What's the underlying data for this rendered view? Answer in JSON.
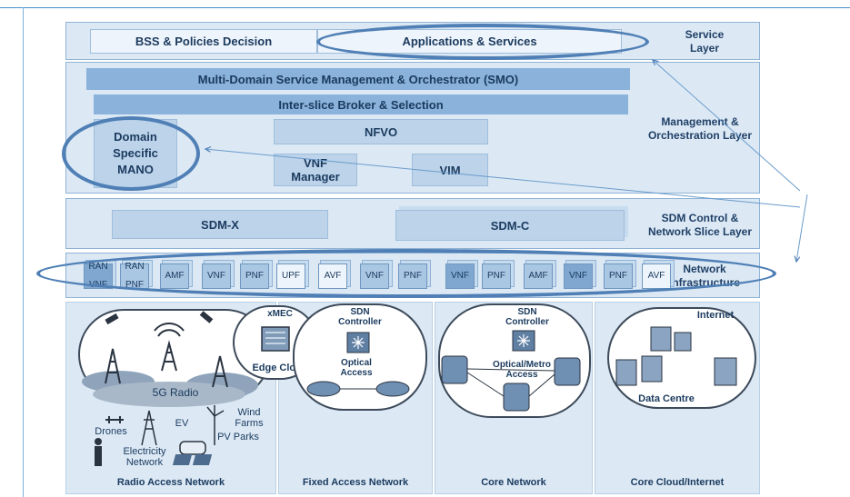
{
  "layers": {
    "service": {
      "label_line1": "Service",
      "label_line2": "Layer"
    },
    "management": {
      "label_line1": "Management &",
      "label_line2": "Orchestration Layer"
    },
    "sdm": {
      "label_line1": "SDM Control &",
      "label_line2": "Network Slice Layer"
    },
    "infra": {
      "label_line1": "Network",
      "label_line2": "Infrastructure"
    }
  },
  "service": {
    "bss": "BSS & Policies Decision",
    "apps": "Applications & Services"
  },
  "management": {
    "smo": "Multi-Domain Service Management & Orchestrator (SMO)",
    "broker": "Inter-slice Broker & Selection",
    "nfvo": "NFVO",
    "mano_line1": "Domain",
    "mano_line2": "Specific",
    "mano_line3": "MANO",
    "vnfm_line1": "VNF",
    "vnfm_line2": "Manager",
    "vim": "VIM"
  },
  "sdm": {
    "sdmx": "SDM-X",
    "sdmc": "SDM-C"
  },
  "infra": {
    "functions": [
      {
        "l1": "RAN",
        "l2": "VNF",
        "style": "dark"
      },
      {
        "l1": "RAN",
        "l2": "PNF",
        "style": "mid"
      },
      {
        "l1": "AMF",
        "l2": "",
        "style": "mid"
      },
      {
        "l1": "VNF",
        "l2": "",
        "style": "mid"
      },
      {
        "l1": "PNF",
        "l2": "",
        "style": "mid"
      },
      {
        "l1": "UPF",
        "l2": "",
        "style": "light"
      },
      {
        "l1": "AVF",
        "l2": "",
        "style": "light"
      },
      {
        "l1": "VNF",
        "l2": "",
        "style": "mid"
      },
      {
        "l1": "PNF",
        "l2": "",
        "style": "mid"
      },
      {
        "l1": "VNF",
        "l2": "",
        "style": "dark"
      },
      {
        "l1": "PNF",
        "l2": "",
        "style": "mid"
      },
      {
        "l1": "AMF",
        "l2": "",
        "style": "mid"
      },
      {
        "l1": "VNF",
        "l2": "",
        "style": "dark"
      },
      {
        "l1": "PNF",
        "l2": "",
        "style": "mid"
      },
      {
        "l1": "AVF",
        "l2": "",
        "style": "light"
      }
    ]
  },
  "ran": {
    "radio": "5G Radio",
    "drones": "Drones",
    "ev": "EV",
    "wind_line1": "Wind",
    "wind_line2": "Farms",
    "grid_line1": "Electricity",
    "grid_line2": "Network",
    "pv": "PV Parks",
    "label": "Radio Access Network"
  },
  "fixed": {
    "xmec": "xMEC",
    "edge": "Edge  Cloud",
    "sdn_line1": "SDN",
    "sdn_line2": "Controller",
    "optical_line1": "Optical",
    "optical_line2": "Access",
    "label": "Fixed Access Network"
  },
  "core": {
    "sdn_line1": "SDN",
    "sdn_line2": "Controller",
    "optical_line1": "Optical/Metro",
    "optical_line2": "Access",
    "label": "Core Network"
  },
  "cloud": {
    "internet": "Internet",
    "dc": "Data Centre",
    "label": "Core Cloud/Internet"
  },
  "colors": {
    "accent": "#4f7fb5",
    "bar": "#8ab2da",
    "layer_bg": "#dce9f5"
  }
}
